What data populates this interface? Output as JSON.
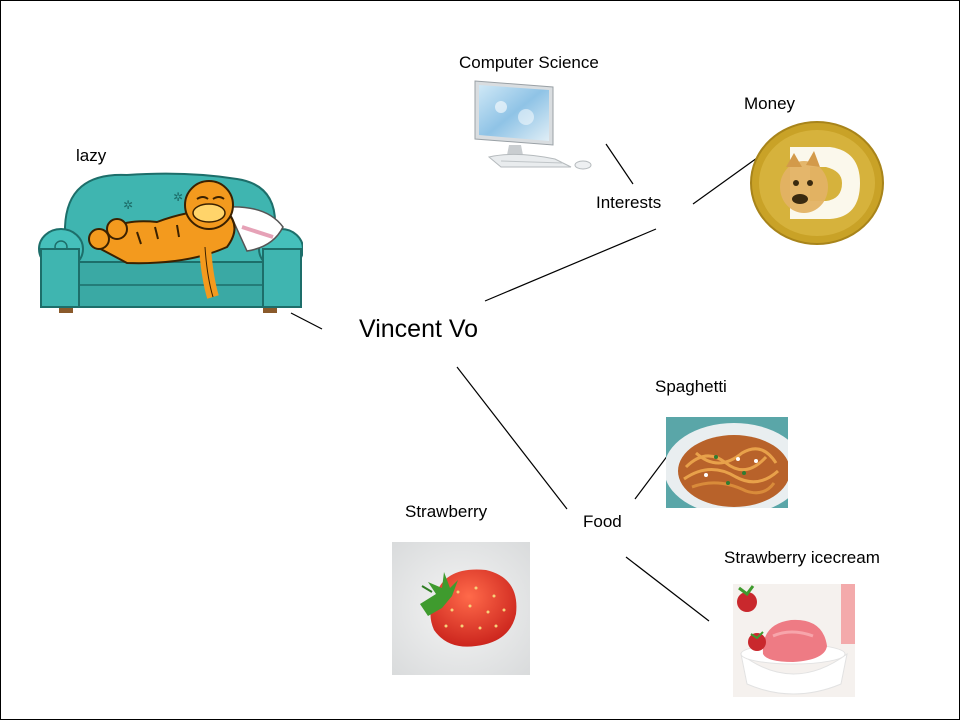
{
  "mindmap": {
    "center": {
      "label": "Vincent Vo"
    },
    "nodes": {
      "lazy": {
        "label": "lazy"
      },
      "interests": {
        "label": "Interests"
      },
      "computer_science": {
        "label": "Computer Science"
      },
      "money": {
        "label": "Money"
      },
      "food": {
        "label": "Food"
      },
      "spaghetti": {
        "label": "Spaghetti"
      },
      "strawberry": {
        "label": "Strawberry"
      },
      "strawberry_icecream": {
        "label": "Strawberry icecream"
      }
    }
  },
  "images": {
    "lazy": {
      "icon": "garfield-on-couch-icon"
    },
    "computer_science": {
      "icon": "desktop-computer-icon"
    },
    "money": {
      "icon": "dogecoin-icon"
    },
    "spaghetti": {
      "icon": "spaghetti-plate-icon"
    },
    "strawberry": {
      "icon": "strawberry-icon"
    },
    "strawberry_icecream": {
      "icon": "strawberry-icecream-icon"
    }
  },
  "colors": {
    "line": "#000000",
    "couch": "#3fb5b0",
    "garfield": "#f39a1e",
    "doge_coin": "#c9a227",
    "strawberry": "#e8392c",
    "icecream": "#ee7b84"
  }
}
